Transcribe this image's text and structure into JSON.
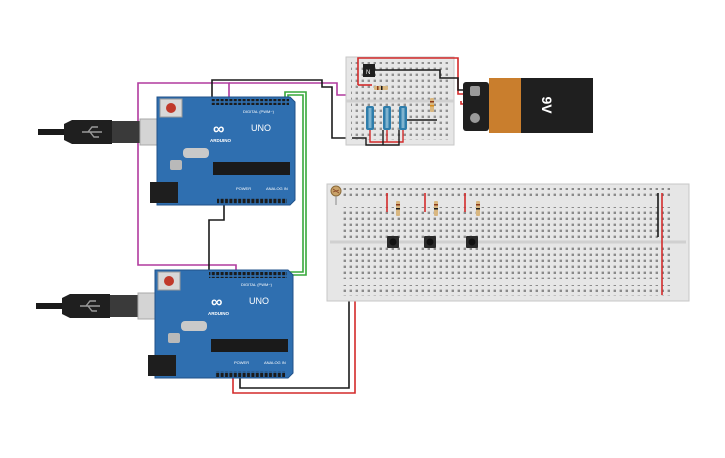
{
  "arduino_top": {
    "brand": "ARDUINO",
    "model": "UNO",
    "digital_label": "DIGITAL (PWM~)",
    "power_label": "POWER",
    "analog_label": "ANALOG IN",
    "mark": "∞"
  },
  "arduino_bottom": {
    "brand": "ARDUINO",
    "model": "UNO",
    "digital_label": "DIGITAL (PWM~)",
    "power_label": "POWER",
    "analog_label": "ANALOG IN",
    "mark": "∞"
  },
  "battery": {
    "label": "9V"
  },
  "colors": {
    "board": "#2f6fb0",
    "wire_red": "#d32a2a",
    "wire_black": "#1a1a1a",
    "wire_green": "#36a83a",
    "wire_magenta": "#b03a9e",
    "breadboard": "#e6e6e6",
    "battery": "#c97e2d"
  }
}
